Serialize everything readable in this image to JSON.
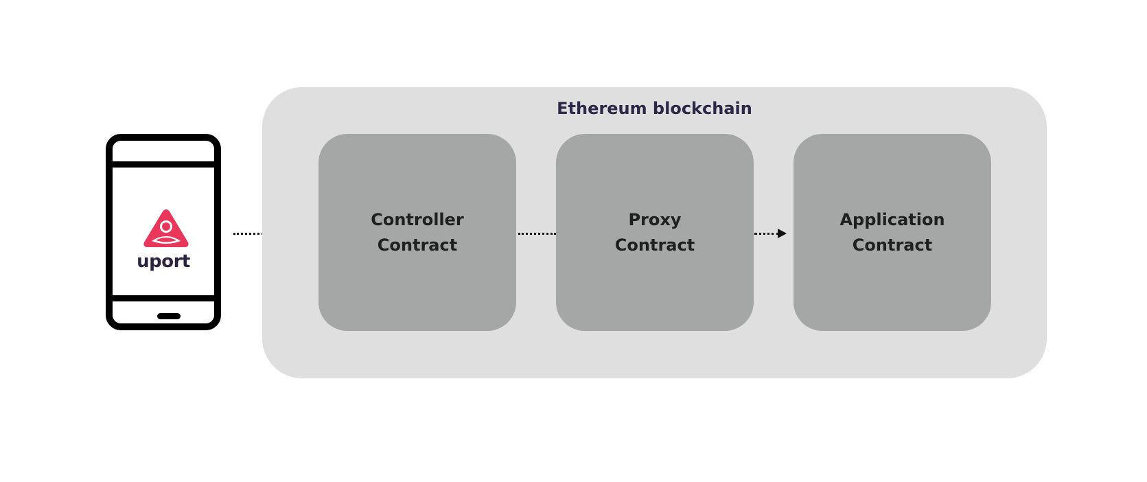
{
  "phone": {
    "logo_text": "uport",
    "logo_icon": "uport-logo-icon",
    "brand_color": "#e8375b"
  },
  "blockchain": {
    "title": "Ethereum blockchain"
  },
  "contracts": [
    {
      "line1": "Controller",
      "line2": "Contract"
    },
    {
      "line1": "Proxy",
      "line2": "Contract"
    },
    {
      "line1": "Application",
      "line2": "Contract"
    }
  ],
  "colors": {
    "container": "#dfdfdf",
    "box": "#a5a7a6",
    "title_text": "#2c2848"
  }
}
